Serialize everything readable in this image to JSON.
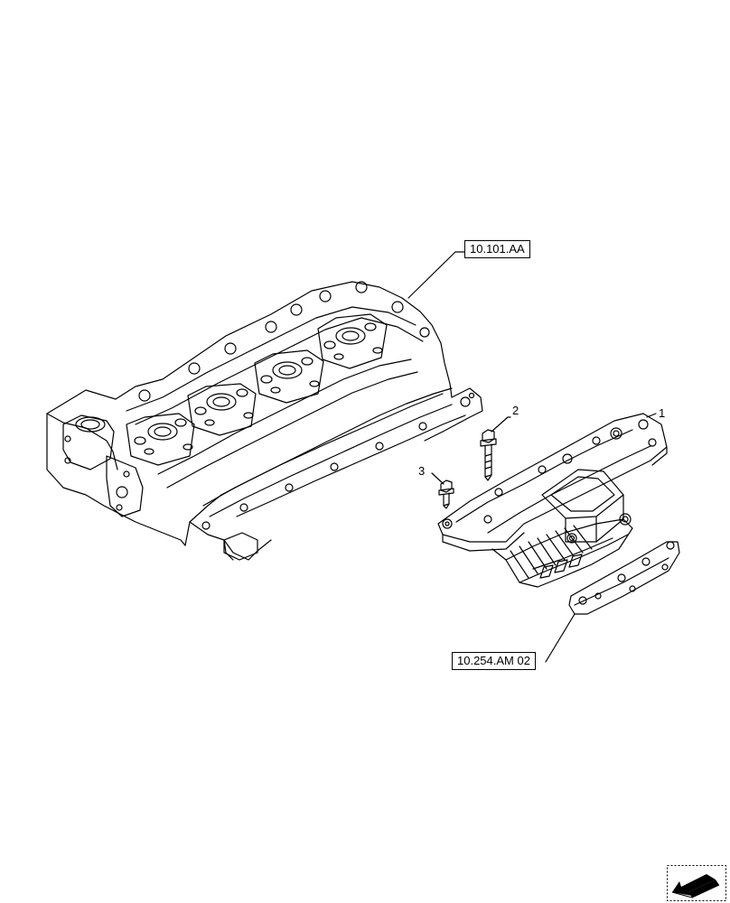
{
  "references": {
    "cylinder_head": "10.101.AA",
    "heater_gasket": "10.254.AM 02"
  },
  "callouts": {
    "item_1": "1",
    "item_2": "2",
    "item_3": "3"
  },
  "icons": {
    "navigation": "previous-page-arrow-icon"
  },
  "colors": {
    "line": "#000000",
    "background": "#ffffff",
    "icon_fill": "#000000"
  }
}
